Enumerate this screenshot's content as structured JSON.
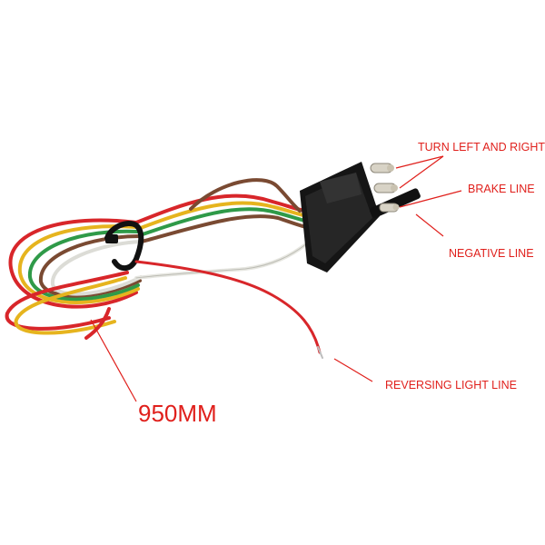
{
  "labels": {
    "turn": "TURN LEFT AND RIGHT",
    "brake": "BRAKE LINE",
    "negative": "NEGATIVE LINE",
    "reversing": "REVERSING LIGHT LINE",
    "length": "950MM"
  },
  "colors": {
    "label_text": "#e0201c",
    "callout_line": "#e0201c",
    "background": "#ffffff",
    "wire_red": "#d8262a",
    "wire_yellow": "#e6b41e",
    "wire_green": "#2f9a48",
    "wire_brown": "#7a4a32",
    "wire_white": "#f2f2ee",
    "connector": "#1d1d1d"
  }
}
